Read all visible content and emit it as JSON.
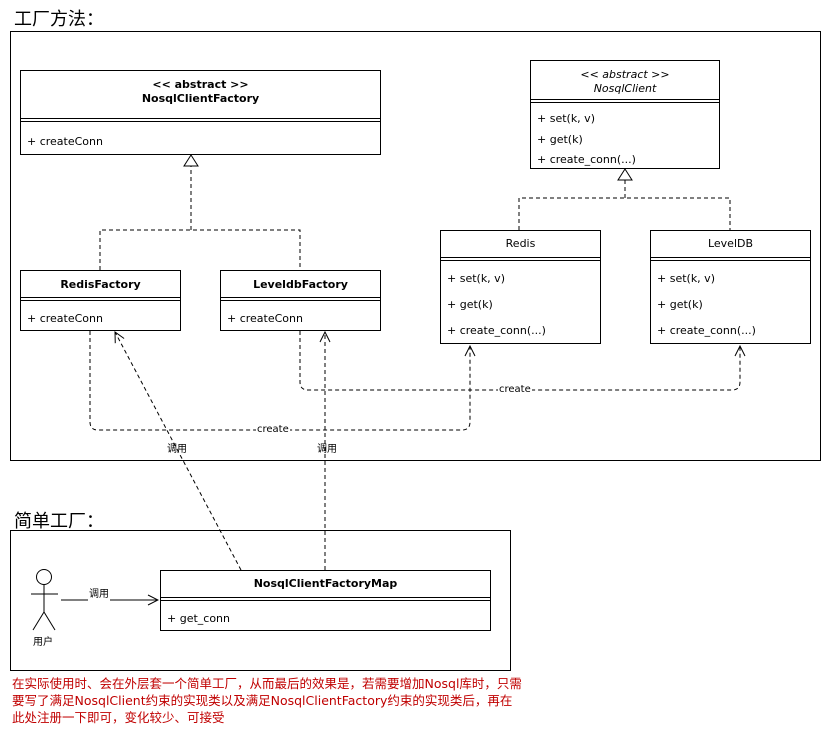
{
  "factory_method": {
    "title": "工厂方法：",
    "classes": {
      "nosql_client_factory": {
        "stereotype": "<< abstract >>",
        "name": "NosqlClientFactory",
        "members": [
          "+ createConn"
        ]
      },
      "nosql_client": {
        "stereotype": "<< abstract >>",
        "name": "NosqlClient",
        "members": [
          "+ set(k, v)",
          "+ get(k)",
          "+ create_conn(...)"
        ]
      },
      "redis_factory": {
        "name": "RedisFactory",
        "members": [
          "+ createConn"
        ]
      },
      "leveldb_factory": {
        "name": "LeveldbFactory",
        "members": [
          "+ createConn"
        ]
      },
      "redis": {
        "name": "Redis",
        "members": [
          "+ set(k, v)",
          "+ get(k)",
          "+ create_conn(...)"
        ]
      },
      "leveldb": {
        "name": "LevelDB",
        "members": [
          "+ set(k, v)",
          "+ get(k)",
          "+ create_conn(...)"
        ]
      }
    },
    "labels": {
      "create_upper": "create",
      "create_lower": "create",
      "call_left": "调用",
      "call_right": "调用"
    }
  },
  "simple_factory": {
    "title": "简单工厂：",
    "actor_label": "用户",
    "call_label": "调用",
    "map_class": {
      "name": "NosqlClientFactoryMap",
      "members": [
        "+ get_conn"
      ]
    }
  },
  "note": "在实际使用时、会在外层套一个简单工厂，从而最后的效果是，若需要增加Nosql库时，只需要写了满足NosqlClient约束的实现类以及满足NosqlClientFactory约束的实现类后，再在此处注册一下即可，变化较少、可接受",
  "colors": {
    "line": "#000000",
    "note": "#c00000"
  }
}
